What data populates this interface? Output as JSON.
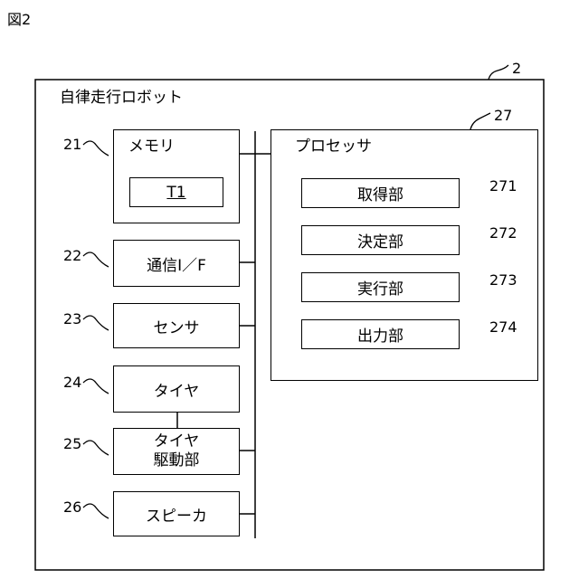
{
  "figure": {
    "label": "図2"
  },
  "robot": {
    "title": "自律走行ロボット",
    "ref": "2"
  },
  "memory": {
    "label": "メモリ",
    "ref": "21",
    "table": {
      "label": "T1"
    }
  },
  "comm_if": {
    "label": "通信I／F",
    "ref": "22"
  },
  "sensor": {
    "label": "センサ",
    "ref": "23"
  },
  "tire": {
    "label": "タイヤ",
    "ref": "24"
  },
  "tire_drive": {
    "label_line1": "タイヤ",
    "label_line2": "駆動部",
    "ref": "25"
  },
  "speaker": {
    "label": "スピーカ",
    "ref": "26"
  },
  "processor": {
    "label": "プロセッサ",
    "ref": "27",
    "units": [
      {
        "label": "取得部",
        "ref": "271"
      },
      {
        "label": "決定部",
        "ref": "272"
      },
      {
        "label": "実行部",
        "ref": "273"
      },
      {
        "label": "出力部",
        "ref": "274"
      }
    ]
  }
}
